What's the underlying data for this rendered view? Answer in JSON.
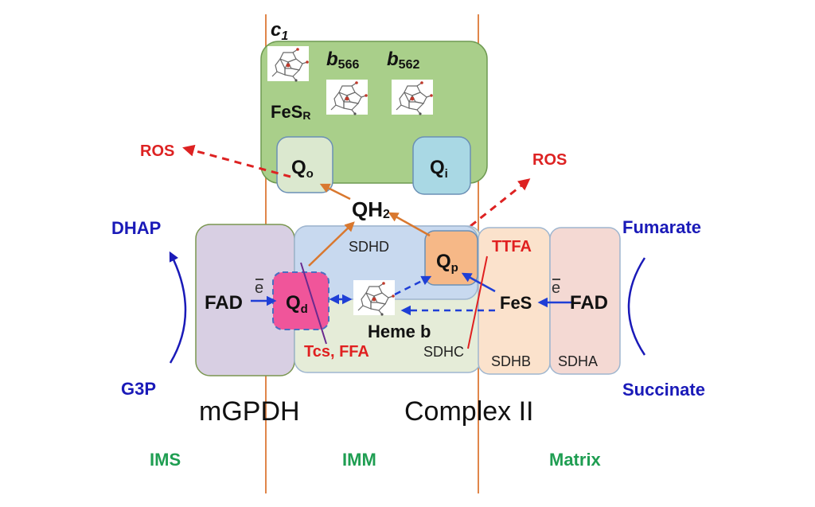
{
  "colors": {
    "membrane_line": "#e0864a",
    "complex3_fill": "#a9cf8a",
    "complex3_stroke": "#6f9a52",
    "qi_fill": "#a9d8e4",
    "qo_fill": "#dbe8cf",
    "mgpdh_fill": "#d8cfe3",
    "mgpdh_stroke": "#7a9650",
    "sdhd_fill": "#c8d9ef",
    "sdhc_fill": "#e5ecd8",
    "sdhb_fill": "#fbe2cc",
    "sdha_fill": "#f4d9d3",
    "qp_fill": "#f6b887",
    "qd_fill": "#f0559a",
    "ros_red": "#dd2222",
    "inhibitor_red": "#e02020",
    "metabolite_blue": "#1a1ab8",
    "electron_blue": "#1f3fd6",
    "orange_arrow": "#d9782f",
    "compartment_green": "#1f9e52",
    "inhibitor_line": "#6a2a8e"
  },
  "labels": {
    "c1": "c",
    "c1_sub": "1",
    "b566": "b",
    "b566_sub": "566",
    "b562": "b",
    "b562_sub": "562",
    "fesr": "FeS",
    "fesr_sub": "R",
    "qo": "Q",
    "qo_sub": "o",
    "qi": "Q",
    "qi_sub": "i",
    "ros_left": "ROS",
    "ros_right": "ROS",
    "qh2": "QH",
    "qh2_sub": "2",
    "dhap": "DHAP",
    "g3p": "G3P",
    "fumarate": "Fumarate",
    "succinate": "Succinate",
    "fad_left": "FAD",
    "fad_right": "FAD",
    "electron_left": "e",
    "electron_right": "e",
    "qd": "Q",
    "qd_sub": "d",
    "qp": "Q",
    "qp_sub": "p",
    "sdhd": "SDHD",
    "sdhc": "SDHC",
    "sdhb": "SDHB",
    "sdha": "SDHA",
    "heme_b": "Heme b",
    "fes": "FeS",
    "ttfa": "TTFA",
    "tcs_ffa": "Tcs, FFA",
    "mgpdh": "mGPDH",
    "complex2": "Complex II",
    "ims": "IMS",
    "imm": "IMM",
    "matrix": "Matrix"
  },
  "icons": [
    "heme-molecule-icon"
  ]
}
